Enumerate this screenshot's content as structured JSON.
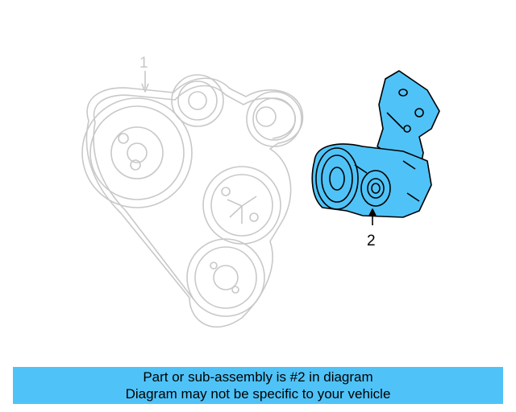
{
  "diagram": {
    "callouts": [
      {
        "label": "1",
        "part": "serpentine belt",
        "highlighted": false
      },
      {
        "label": "2",
        "part": "belt tensioner",
        "highlighted": true
      }
    ],
    "colors": {
      "ghost_line": "#c8c8c8",
      "highlight_fill": "#4fc3f7",
      "highlight_stroke": "#000000"
    }
  },
  "banner": {
    "line1": "Part or sub-assembly is #2 in diagram",
    "line2": "Diagram may not be specific to your vehicle",
    "color": "#4fc3f7"
  }
}
